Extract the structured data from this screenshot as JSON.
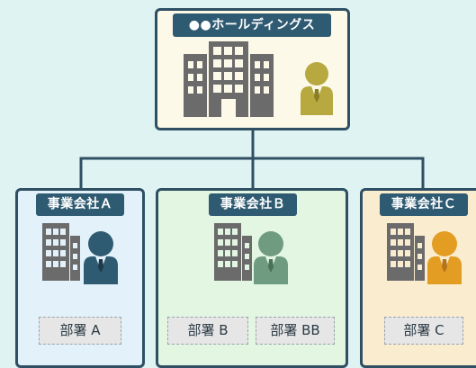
{
  "holding": {
    "title": "●●ホールディングス",
    "person_color": "#b7a93f",
    "fill": "#fdf9e8"
  },
  "companies": [
    {
      "title": "事業会社Ａ",
      "fill": "#e3f2fa",
      "person_color": "#2f5b72",
      "departments": [
        "部署 A"
      ]
    },
    {
      "title": "事業会社Ｂ",
      "fill": "#e2f6e2",
      "person_color": "#6f9c80",
      "departments": [
        "部署 B",
        "部署 BB"
      ]
    },
    {
      "title": "事業会社Ｃ",
      "fill": "#faeccf",
      "person_color": "#e39d22",
      "departments": [
        "部署 C"
      ]
    }
  ],
  "colors": {
    "border": "#2f4f63",
    "tag": "#2f5b72",
    "building": "#6b6b6b",
    "background": "#dff3f3"
  },
  "icons": [
    "building-icon",
    "person-icon"
  ]
}
